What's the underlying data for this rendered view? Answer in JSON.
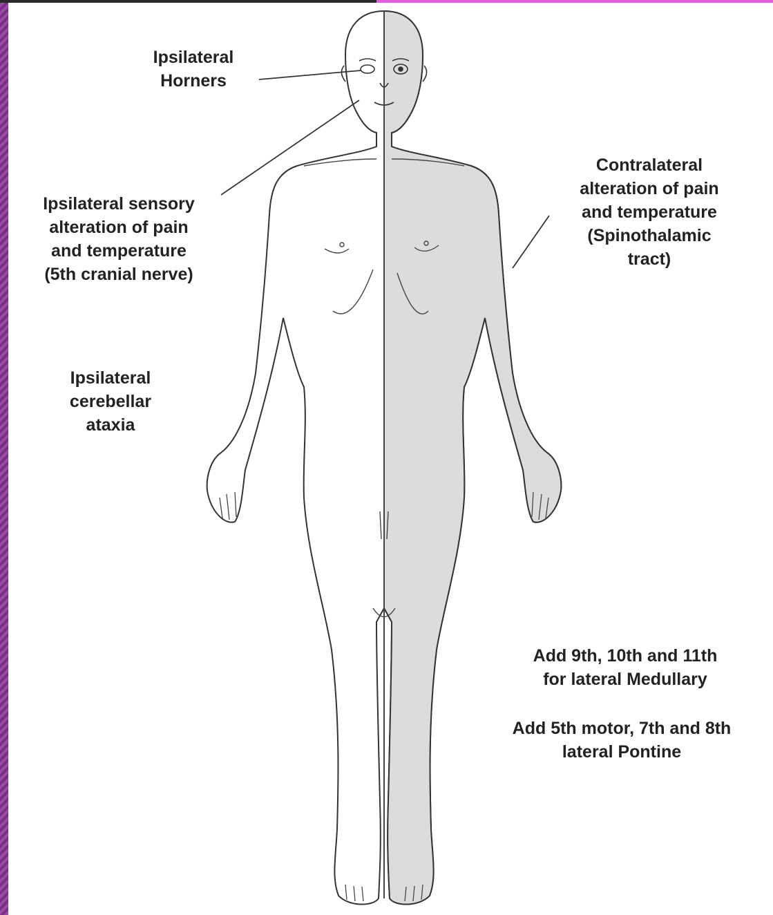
{
  "theme": {
    "accent_color": "#e05ce0",
    "band_color": "#7a2f86",
    "body_shade": "#dcdcdc",
    "outline_color": "#333333"
  },
  "labels": {
    "horners": "Ipsilateral\nHorners",
    "sensory": "Ipsilateral sensory\nalteration of pain\nand temperature\n(5th cranial nerve)",
    "contralateral": "Contralateral\nalteration of pain\nand temperature\n(Spinothalamic\ntract)",
    "ataxia": "Ipsilateral\ncerebellar\nataxia",
    "medullary": "Add 9th, 10th and 11th\nfor lateral Medullary",
    "pontine": "Add 5th motor, 7th and 8th\nlateral Pontine"
  }
}
